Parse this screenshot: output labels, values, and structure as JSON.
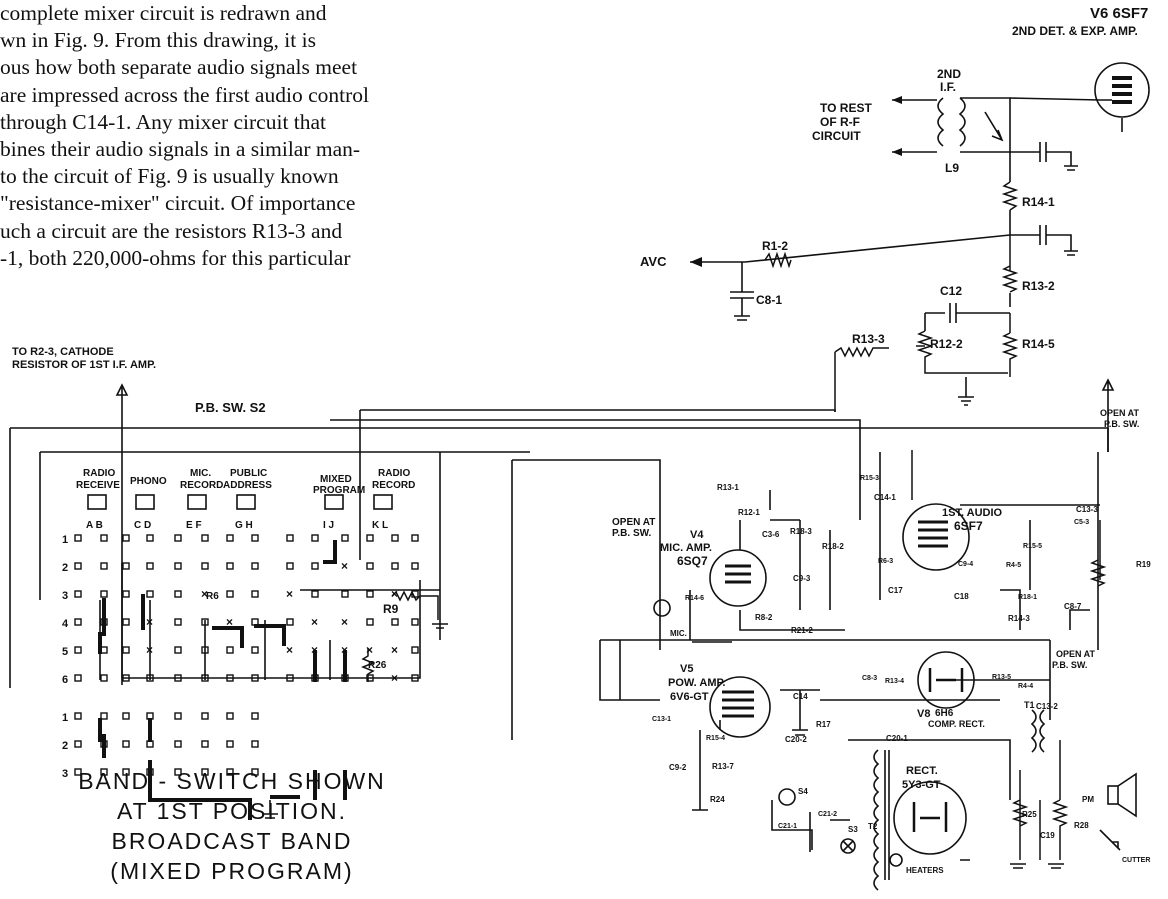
{
  "paragraph_lines": [
    "complete mixer circuit is redrawn and",
    "wn in Fig. 9. From this drawing, it is",
    "ous how both separate audio signals meet",
    "are impressed across the first audio control",
    "through C14-1. Any mixer circuit that",
    "bines their audio signals in a similar man-",
    "to the circuit of Fig. 9 is usually known",
    "\"resistance-mixer\" circuit. Of importance",
    "uch a circuit are the resistors R13-3 and",
    "-1, both 220,000-ohms for this particular"
  ],
  "caption_lines": [
    "BAND - SWITCH SHOWN",
    "AT 1ST POSITION.",
    "BROADCAST BAND",
    "(MIXED PROGRAM)"
  ],
  "top_right": {
    "tube_name": "V6 6SF7",
    "tube_function": "2ND DET. & EXP. AMP.",
    "if_label_1": "2ND",
    "if_label_2": "I.F.",
    "rest_1": "TO REST",
    "rest_2": "OF R-F",
    "rest_3": "CIRCUIT",
    "coil": "L9",
    "r14_1": "R14-1",
    "r1_2": "R1-2",
    "avc": "AVC",
    "c8_1": "C8-1",
    "c12": "C12",
    "r13_2": "R13-2",
    "r13_3": "R13-3",
    "r12_2": "R12-2",
    "r14_5": "R14-5"
  },
  "switch": {
    "cathode_1": "TO R2-3, CATHODE",
    "cathode_2": "RESISTOR OF 1ST I.F. AMP.",
    "label": "P.B. SW. S2",
    "buttons": [
      {
        "l1": "RADIO",
        "l2": "RECEIVE",
        "ports": "A  B"
      },
      {
        "l1": "PHONO",
        "l2": "",
        "ports": "C  D"
      },
      {
        "l1": "MIC.",
        "l2": "RECORD",
        "ports": "E  F"
      },
      {
        "l1": "PUBLIC",
        "l2": "ADDRESS",
        "ports": "G  H"
      },
      {
        "l1": "MIXED",
        "l2": "PROGRAM",
        "ports": "I  J"
      },
      {
        "l1": "RADIO",
        "l2": "RECORD",
        "ports": "K  L"
      }
    ],
    "rows": [
      "1",
      "2",
      "3",
      "4",
      "5",
      "6"
    ],
    "lower_rows": [
      "1",
      "2",
      "3"
    ],
    "r6": "R6",
    "r9": "R9",
    "r26": "R26"
  },
  "amp_section": {
    "open_pbsw_1": "OPEN AT",
    "open_pbsw_2": "P.B. SW.",
    "v4": "V4",
    "v4_func": "MIC. AMP.",
    "v4_type": "6SQ7",
    "mic": "MIC.",
    "first_audio": "1ST. AUDIO",
    "first_audio_type": "6SF7",
    "v5": "V5",
    "v5_func": "POW. AMP.",
    "v5_type": "6V6-GT",
    "v8": "V8",
    "v8_type": "6H6",
    "v8_func": "COMP. RECT.",
    "rect": "RECT.",
    "rect_type": "5Y3-GT",
    "heaters": "HEATERS",
    "pm": "PM",
    "cutter": "CUTTER",
    "t1": "T1",
    "t2": "T2",
    "s3": "S3",
    "s4": "S4",
    "r19": "R19",
    "r25": "R25",
    "r28": "R28",
    "r17": "R17",
    "r14_3": "R14-3",
    "r13_7": "R13-7",
    "r24": "R24",
    "c14": "C14",
    "c14_1": "C14-1",
    "c17": "C17",
    "c18": "C18",
    "c19": "C19",
    "c20_1": "C20-1",
    "c20_2": "C20-2",
    "c9_2": "C9-2",
    "c9_3": "C9-3",
    "c8_7": "C8-7",
    "c13_3": "C13-3",
    "c13_2": "C13-2",
    "c3_6": "C3-6",
    "c5_3": "C5-3",
    "c13_1": "C13-1",
    "r13_1": "R13-1",
    "r12_1": "R12-1",
    "r18_3": "R18-3",
    "r18_2": "R18-2",
    "r21_2": "R21-2",
    "r8_2": "R8-2",
    "r14_6": "R14-6",
    "r15_3": "R15-3",
    "r15_5": "R15-5",
    "r4_4": "R4-4",
    "r13_4": "R13-4",
    "r13_5": "R13-5",
    "r15_4": "R15-4",
    "r6_3": "R6-3",
    "r4_5": "R4-5",
    "r18_1": "R18-1",
    "c9_4": "C9-4",
    "c8_3": "C8-3",
    "c21_1": "C21-1",
    "c21_2": "C21-2"
  }
}
